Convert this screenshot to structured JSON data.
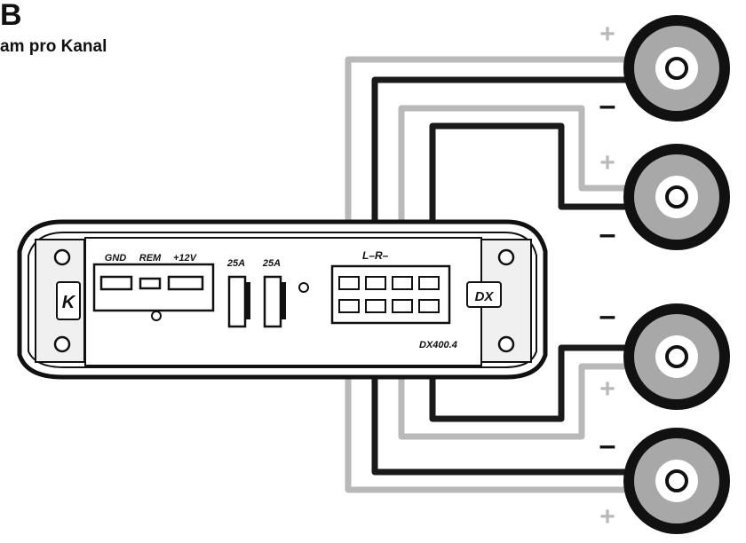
{
  "header": {
    "letter": "B",
    "subtitle": "am pro Kanal"
  },
  "amplifier": {
    "power_labels": [
      "GND",
      "REM",
      "+12V"
    ],
    "fuse_labels": [
      "25A",
      "25A"
    ],
    "speaker_block_label": "L–R–",
    "brand_left": "K",
    "brand_right": "DX",
    "model": "DX400.4"
  },
  "speakers": {
    "polarity_labels": [
      {
        "plus": "+",
        "minus": "–"
      },
      {
        "plus": "+",
        "minus": "–"
      },
      {
        "plus": "+",
        "minus": "–"
      },
      {
        "plus": "+",
        "minus": "–"
      }
    ]
  },
  "colors": {
    "wire_dark": "#1a1a1a",
    "wire_light": "#b9b9b9",
    "speaker_ring": "#a8a8a8",
    "amp_body": "#ffffff",
    "outline": "#111111"
  }
}
